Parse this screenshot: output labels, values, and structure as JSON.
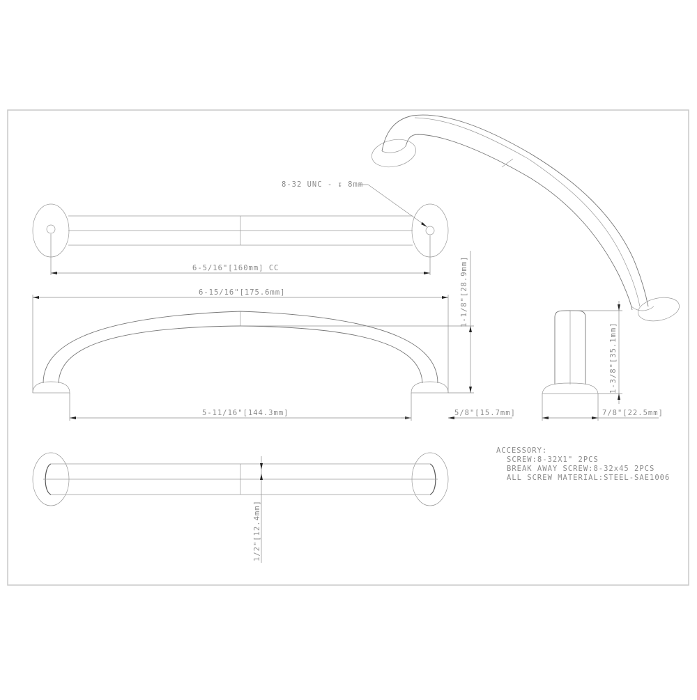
{
  "drawing": {
    "colors": {
      "background": "#ffffff",
      "line": "#777777",
      "dimension_line": "#8c8c8c",
      "text": "#8a8a8a",
      "frame": "#c8c8c8",
      "arrowhead": "#222222"
    },
    "callouts": {
      "thread": "8-32 UNC - ↧ 8mm"
    },
    "dimensions": {
      "center_to_center": "6-5/16\"[160mm] CC",
      "overall_length": "6-15/16\"[175.6mm]",
      "inner_span": "5-11/16\"[144.3mm]",
      "projection": "1-1/8\"[28.9mm]",
      "base_width": "5/8\"[15.7mm]",
      "side_height": "1-3/8\"[35.1mm]",
      "side_width": "7/8\"[22.5mm]",
      "bar_diameter": "1/2\"[12.4mm]"
    },
    "views": {
      "top": "top-view",
      "front": "front-view",
      "bottom": "bottom-view",
      "side": "side-view",
      "isometric": "isometric-view"
    },
    "accessory_note": {
      "title": "ACCESSORY:",
      "lines": [
        "SCREW:8-32X1\" 2PCS",
        "BREAK AWAY SCREW:8-32x45 2PCS",
        "ALL SCREW MATERIAL:STEEL-SAE1006"
      ]
    }
  }
}
